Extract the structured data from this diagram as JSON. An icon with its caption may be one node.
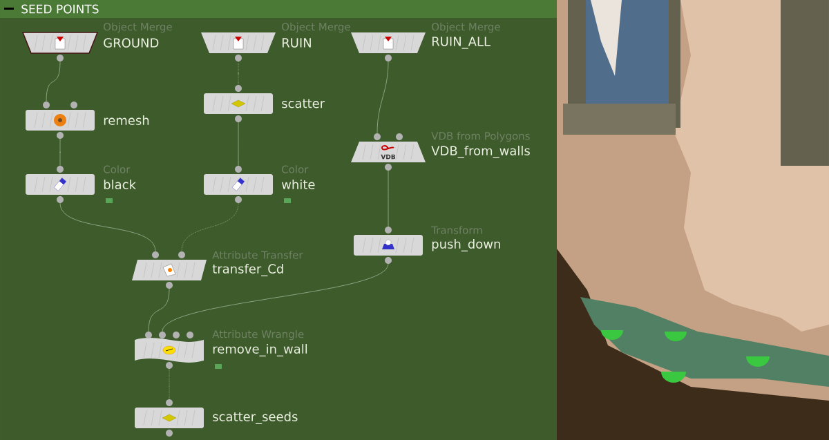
{
  "diagram": {
    "title": "SEED POINTS",
    "nodes": [
      {
        "text": [
          "Object Merge",
          "GROUND"
        ]
      },
      {
        "text": [
          "Object Merge",
          "RUIN"
        ]
      },
      {
        "text": [
          "Object Merge",
          "RUIN_ALL"
        ]
      },
      {
        "text": [
          "remesh"
        ]
      },
      {
        "text": [
          "scatter"
        ]
      },
      {
        "text": [
          "VDB from Polygons",
          "VDB_from_walls"
        ]
      },
      {
        "text": [
          "Color",
          "black"
        ]
      },
      {
        "text": [
          "Color",
          "white"
        ]
      },
      {
        "text": [
          "Transform",
          "push_down"
        ]
      },
      {
        "text": [
          "Attribute Transfer",
          "transfer_Cd"
        ]
      },
      {
        "text": [
          "Attribute Wrangle",
          "remove_in_wall"
        ]
      },
      {
        "text": [
          "scatter_seeds"
        ]
      }
    ],
    "edges": [
      {
        "from": 0,
        "to": 3,
        "arrow": "none"
      },
      {
        "from": 1,
        "to": 4,
        "arrow": "none",
        "style": "dashed"
      },
      {
        "from": 2,
        "to": 5,
        "arrow": "none"
      },
      {
        "from": 3,
        "to": 6,
        "arrow": "none"
      },
      {
        "from": 4,
        "to": 7,
        "arrow": "none"
      },
      {
        "from": 5,
        "to": 8,
        "arrow": "none"
      },
      {
        "from": 6,
        "to": 9,
        "arrow": "none"
      },
      {
        "from": 7,
        "to": 9,
        "arrow": "none",
        "style": "dashed"
      },
      {
        "from": 9,
        "to": 10,
        "arrow": "none"
      },
      {
        "from": 8,
        "to": 10,
        "arrow": "none"
      },
      {
        "from": 10,
        "to": 11,
        "arrow": "none",
        "style": "dashed"
      }
    ],
    "labels": [
      "VDB"
    ]
  }
}
